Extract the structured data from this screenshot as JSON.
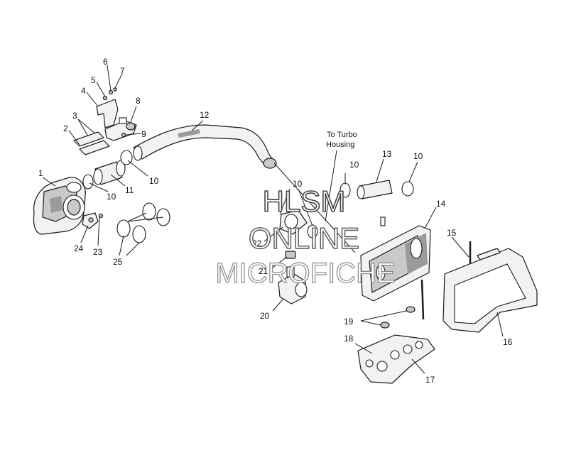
{
  "callouts": {
    "c1": "1",
    "c2": "2",
    "c3": "3",
    "c4": "4",
    "c5": "5",
    "c6": "6",
    "c7": "7",
    "c8": "8",
    "c9": "9",
    "c10a": "10",
    "c10b": "10",
    "c10c": "10",
    "c10d": "10",
    "c10e": "10",
    "c11": "11",
    "c12": "12",
    "c13": "13",
    "c14": "14",
    "c15": "15",
    "c16": "16",
    "c17": "17",
    "c18": "18",
    "c19": "19",
    "c20": "20",
    "c21": "21",
    "c22": "22",
    "c23": "23",
    "c24": "24",
    "c25": "25"
  },
  "note": {
    "line1": "To Turbo",
    "line2": "Housing"
  },
  "watermark": {
    "line1": "HLSM",
    "line2": "ONLINE",
    "line3": "MICROFICHE"
  },
  "colors": {
    "ink": "#1a1a1a",
    "paper": "#ffffff",
    "watermark_stroke": "#555555"
  }
}
